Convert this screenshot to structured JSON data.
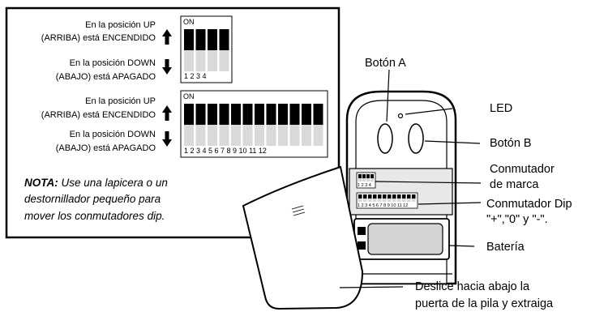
{
  "panel": {
    "row1": {
      "up_line1": "En la posición UP",
      "up_line2": "(ARRIBA) está ENCENDIDO",
      "down_line1": "En la posición DOWN",
      "down_line2": "(ABAJO) está APAGADO",
      "on_label": "ON",
      "switch_count": 4,
      "numbers": "1 2 3 4"
    },
    "row2": {
      "up_line1": "En la posición UP",
      "up_line2": "(ARRIBA) está ENCENDIDO",
      "down_line1": "En la posición DOWN",
      "down_line2": "(ABAJO) está APAGADO",
      "on_label": "ON",
      "switch_count": 12,
      "numbers": "1 2 3 4 5 6 7 8 9   10 11 12"
    },
    "note": {
      "bold": "NOTA:",
      "line1": " Use una lapicera o un",
      "line2": "destornillador pequeño para",
      "line3": "mover los conmutadores dip."
    }
  },
  "remote": {
    "button_a": "Botón A",
    "led": "LED",
    "button_b": "Botón B",
    "brand_switch_line1": "Conmutador",
    "brand_switch_line2": "de marca",
    "dip_switch_line1": "Conmutador Dip",
    "dip_switch_line2": "\"+\",\"0\" y \"-\".",
    "battery": "Batería",
    "small_dip_numbers": "1 2 3 4",
    "large_dip_numbers": "1 2 3 4 5 6 7 8 9 10 11 12"
  },
  "instruction": {
    "line1": "Deslice hacia abajo la",
    "line2": "puerta de la pila y extraiga"
  }
}
